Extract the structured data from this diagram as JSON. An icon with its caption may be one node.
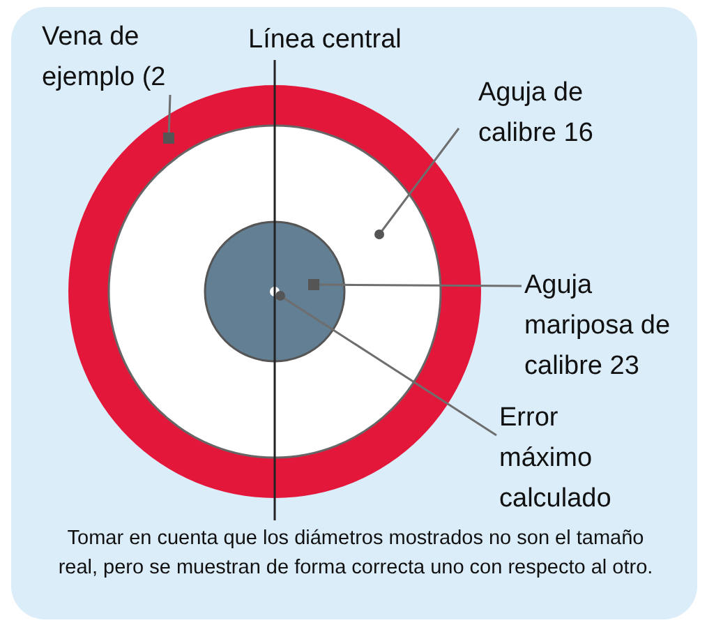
{
  "diagram": {
    "caption": "Tomar en cuenta que los diámetros mostrados no son el tamaño real, pero se muestran de forma correcta uno con respecto al otro.",
    "nodes": [
      {
        "text": [
          "Vena de ejemplo (2"
        ]
      },
      {
        "text": [
          "Aguja de calibre 16"
        ]
      },
      {
        "text": [
          "Aguja mariposa de calibre 23"
        ]
      },
      {
        "text": [
          "Error máximo calculado"
        ]
      },
      {
        "text": [],
        "shape": "circle"
      },
      {
        "text": [],
        "shape": "circle",
        "in": 4
      },
      {
        "text": [],
        "shape": "circle",
        "in": 5
      },
      {
        "text": [],
        "shape": "circle",
        "in": 6
      }
    ],
    "edges": [
      {
        "from": 0,
        "to": 4,
        "arrow": "other"
      },
      {
        "from": 1,
        "to": 5,
        "arrow": "other"
      },
      {
        "from": 2,
        "to": 6,
        "arrow": "other"
      },
      {
        "from": 3,
        "to": 7,
        "arrow": "other"
      }
    ],
    "labels": [
      "Línea central"
    ]
  }
}
